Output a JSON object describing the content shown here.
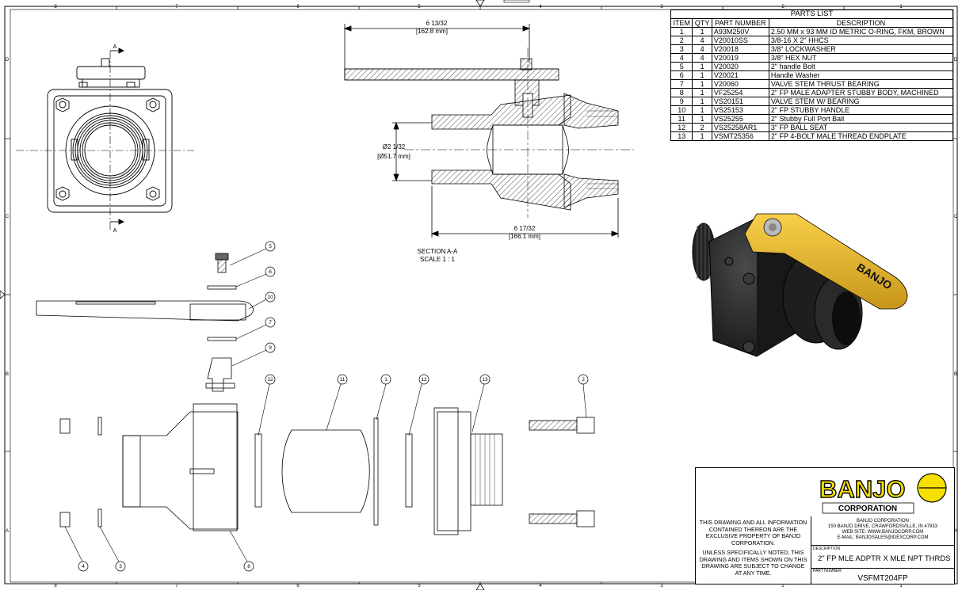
{
  "border": {
    "columns": [
      "8",
      "7",
      "6",
      "5",
      "4",
      "3",
      "2",
      "1"
    ],
    "rows": [
      "D",
      "C",
      "B",
      "A"
    ]
  },
  "section_view": {
    "top_dimension": "6 13/32",
    "top_dimension_mm": "[162.8 mm]",
    "diameter": "Ø2 1/32",
    "diameter_mm": "[Ø51.7 mm]",
    "bottom_dimension": "6 17/32",
    "bottom_dimension_mm": "[166.1 mm]",
    "section_label": "SECTION A-A",
    "scale_label": "SCALE 1 : 1"
  },
  "front_view": {
    "section_marker_top": "A",
    "section_marker_bottom": "A"
  },
  "balloons": {
    "b5": "5",
    "b6": "6",
    "b10": "10",
    "b7": "7",
    "b9": "9",
    "b12a": "12",
    "b11": "11",
    "b1": "1",
    "b12b": "12",
    "b13": "13",
    "b2": "2",
    "b4": "4",
    "b3": "3",
    "b8": "8"
  },
  "iso_handle_text": "BANJO",
  "parts_list": {
    "title": "PARTS LIST",
    "headers": [
      "ITEM",
      "QTY",
      "PART NUMBER",
      "DESCRIPTION"
    ],
    "rows": [
      [
        "1",
        "1",
        "A93M250V",
        "2.50 MM x 93 MM ID METRIC O-RING, FKM, BROWN"
      ],
      [
        "2",
        "4",
        "V20010SS",
        "3/8-16 X 2\" HHCS"
      ],
      [
        "3",
        "4",
        "V20018",
        "3/8\" LOCKWASHER"
      ],
      [
        "4",
        "4",
        "V20019",
        "3/8\" HEX NUT"
      ],
      [
        "5",
        "1",
        "V20020",
        "2\" handle Bolt"
      ],
      [
        "6",
        "1",
        "V20021",
        "Handle Washer"
      ],
      [
        "7",
        "1",
        "V20060",
        "VALVE STEM THRUST BEARING"
      ],
      [
        "8",
        "1",
        "VF25254",
        "2\" FP MALE ADAPTER STUBBY BODY, MACHINED"
      ],
      [
        "9",
        "1",
        "VS20151",
        "VALVE STEM W/ BEARING"
      ],
      [
        "10",
        "1",
        "VS25153",
        "2\" FP STUBBY HANDLE"
      ],
      [
        "11",
        "1",
        "VS25255",
        "2\" Stubby Full Port Ball"
      ],
      [
        "12",
        "2",
        "VS25258AR1",
        "3\" FP BALL SEAT"
      ],
      [
        "13",
        "1",
        "VSMT25356",
        "2\" FP 4-BOLT MALE THREAD ENDPLATE"
      ]
    ]
  },
  "title_block": {
    "logo_text": "BANJO",
    "logo_sub": "CORPORATION",
    "notice_1": "THIS DRAWING AND ALL INFORMATION CONTAINED THEREON ARE THE EXCLUSIVE PROPERTY OF BANJO CORPORATION.",
    "notice_2": "UNLESS SPECIFICALLY NOTED, THIS DRAWING AND ITEMS SHOWN ON THIS DRAWING ARE SUBJECT TO CHANGE AT ANY TIME.",
    "company": "BANJO CORPORATION",
    "address": "150 BANJO DRIVE, CRAWFORDSVILLE, IN 47933",
    "website": "WEB SITE: WWW.BANJOCORP.COM",
    "email": "E-MAIL: BANJOSALES@IDEXCORP.COM",
    "description_label": "DESCRIPTION",
    "description": "2\" FP MLE ADPTR X MLE NPT THRDS",
    "part_number_label": "PART NUMBER",
    "part_number": "VSFMT204FP"
  },
  "colors": {
    "handle_yellow": "#F2C230",
    "body_black": "#1c1c1c",
    "logo_yellow": "#F7E000"
  }
}
